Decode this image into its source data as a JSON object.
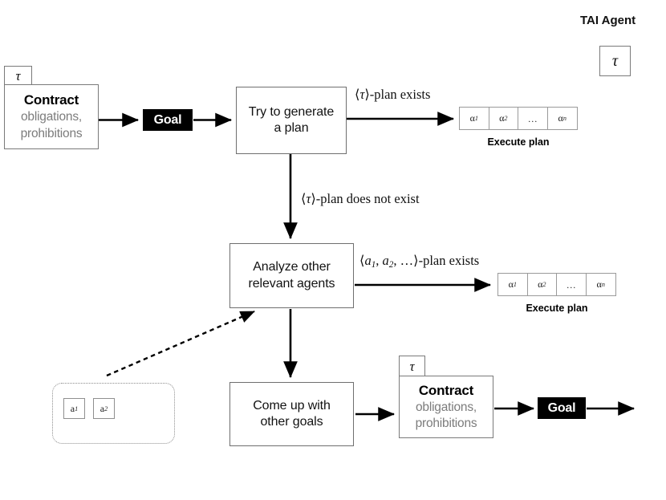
{
  "figure": {
    "agent_title": "TAI Agent",
    "tau_symbol": "τ"
  },
  "contracts": [
    {
      "id": "contract-top",
      "tau": "τ",
      "title": "Contract",
      "line1": "obligations,",
      "line2": "prohibitions"
    },
    {
      "id": "contract-bottom",
      "tau": "τ",
      "title": "Contract",
      "line1": "obligations,",
      "line2": "prohibitions"
    }
  ],
  "goals": [
    {
      "id": "goal-top",
      "label": "Goal"
    },
    {
      "id": "goal-bottom",
      "label": "Goal"
    }
  ],
  "process_boxes": [
    {
      "id": "try-generate-plan",
      "line1": "Try to generate",
      "line2": "a plan"
    },
    {
      "id": "analyze-agents",
      "line1": "Analyze other",
      "line2": "relevant agents"
    },
    {
      "id": "come-up-goals",
      "line1": "Come up with",
      "line2": "other goals"
    }
  ],
  "edge_labels": {
    "tau_plan_exists": {
      "bracket_open": "⟨",
      "symbol": "τ",
      "bracket_close": "⟩",
      "text": "-plan exists"
    },
    "tau_plan_not_exists": {
      "bracket_open": "⟨",
      "symbol": "τ",
      "bracket_close": "⟩",
      "text": "-plan does not exist"
    },
    "agents_plan_exists": {
      "bracket_open": "⟨",
      "a1": "a",
      "a1sub": "1",
      "sep1": ", ",
      "a2": "a",
      "a2sub": "2",
      "sep2": ", …",
      "bracket_close": "⟩",
      "text": "-plan exists"
    }
  },
  "plans": [
    {
      "id": "plan-strip-top",
      "caption": "Execute plan",
      "cells": [
        {
          "sym": "α",
          "sub": "1"
        },
        {
          "sym": "α",
          "sub": "2"
        },
        {
          "sym": "…",
          "sub": ""
        },
        {
          "sym": "α",
          "sub": "n"
        }
      ]
    },
    {
      "id": "plan-strip-bottom",
      "caption": "Execute plan",
      "cells": [
        {
          "sym": "α",
          "sub": "1"
        },
        {
          "sym": "α",
          "sub": "2"
        },
        {
          "sym": "…",
          "sub": ""
        },
        {
          "sym": "α",
          "sub": "n"
        }
      ]
    }
  ],
  "agent_group": {
    "id": "other-agents-group",
    "chips": [
      {
        "sym": "a",
        "sub": "1"
      },
      {
        "sym": "a",
        "sub": "2"
      }
    ]
  },
  "colors": {
    "box_border": "#6f6f6f",
    "goal_fill": "#000000",
    "goal_text": "#ffffff",
    "muted_text": "#7c7c7c",
    "arrow": "#000000",
    "dotted": "#8d8d8d"
  }
}
